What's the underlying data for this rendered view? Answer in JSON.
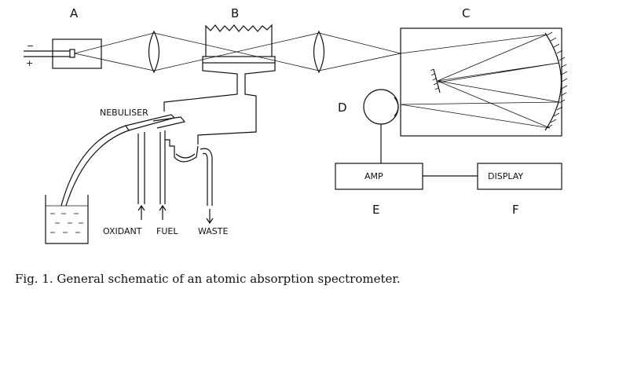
{
  "labels": {
    "A": "A",
    "B": "B",
    "C": "C",
    "D": "D",
    "E": "E",
    "F": "F",
    "nebuliser": "NEBULISER",
    "oxidant": "OXIDANT",
    "fuel": "FUEL",
    "waste": "WASTE",
    "amp": "AMP",
    "display": "DISPLAY",
    "minus": "−",
    "plus": "+"
  },
  "caption": "Fig. 1.  General schematic of an atomic absorption spectrometer."
}
